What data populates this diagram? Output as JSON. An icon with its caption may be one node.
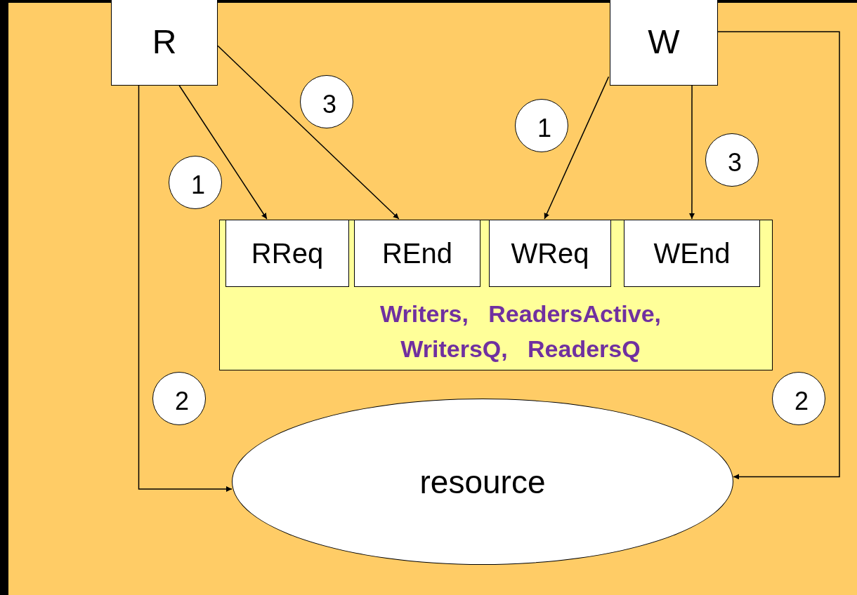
{
  "diagram": {
    "nodes": [
      {
        "text": [
          "R"
        ]
      },
      {
        "text": [
          "W"
        ]
      },
      {
        "text": [
          "3"
        ]
      },
      {
        "text": [
          "1"
        ]
      },
      {
        "text": [
          "3"
        ]
      },
      {
        "text": [
          "1"
        ]
      },
      {
        "text": [
          "Writers,   ReadersActive, WritersQ,   ReadersQ"
        ]
      },
      {
        "text": [
          "RReq"
        ],
        "in": 6
      },
      {
        "text": [
          "REnd"
        ],
        "in": 6
      },
      {
        "text": [
          "WReq"
        ],
        "in": 6
      },
      {
        "text": [
          "WEnd"
        ],
        "in": 6
      },
      {
        "text": [
          "2"
        ]
      },
      {
        "text": [
          "2"
        ]
      },
      {
        "text": [
          "resource"
        ]
      }
    ],
    "edges": [
      {
        "from": 0,
        "to": 7,
        "arrow": "to"
      },
      {
        "from": 0,
        "to": 8,
        "arrow": "to"
      },
      {
        "from": 1,
        "to": 9,
        "arrow": "to"
      },
      {
        "from": 1,
        "to": 10,
        "arrow": "to"
      },
      {
        "from": 0,
        "to": 13,
        "arrow": "to"
      },
      {
        "from": 1,
        "to": 13,
        "arrow": "to"
      }
    ]
  }
}
